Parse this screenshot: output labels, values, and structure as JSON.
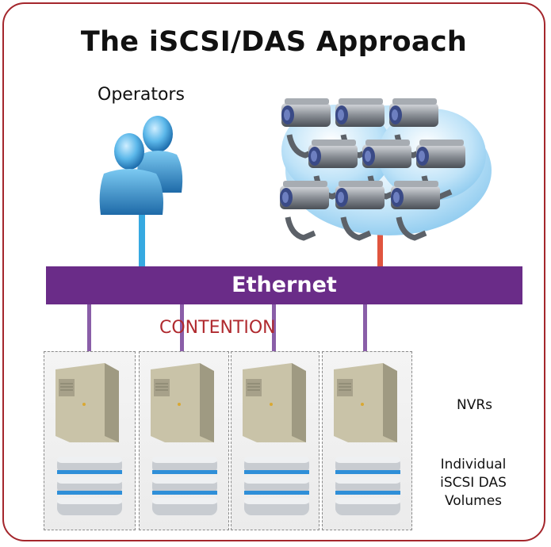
{
  "title": "The iSCSI/DAS Approach",
  "labels": {
    "operators": "Operators",
    "ethernet": "Ethernet",
    "contention": "CONTENTION",
    "nvrs": "NVRs",
    "volumes_line1": "Individual",
    "volumes_line2": "iSCSI DAS",
    "volumes_line3": "Volumes"
  },
  "colors": {
    "frame_border": "#a4262c",
    "ethernet_bar": "#6a2c88",
    "contention_text": "#b02a2f",
    "operators_link": "#36a9e1",
    "cameras_link": "#e0553f",
    "nvr_links": "#8a5ea8",
    "disk_band": "#2f8fd8"
  },
  "nvr_units": [
    {
      "name": "nvr-1",
      "disks": 3
    },
    {
      "name": "nvr-2",
      "disks": 3
    },
    {
      "name": "nvr-3",
      "disks": 3
    },
    {
      "name": "nvr-4",
      "disks": 3
    }
  ],
  "cameras": {
    "count": 9
  },
  "icons": [
    "operators-icon",
    "camera-icon",
    "cloud-icon",
    "server-tower-icon",
    "disk-volume-icon"
  ]
}
